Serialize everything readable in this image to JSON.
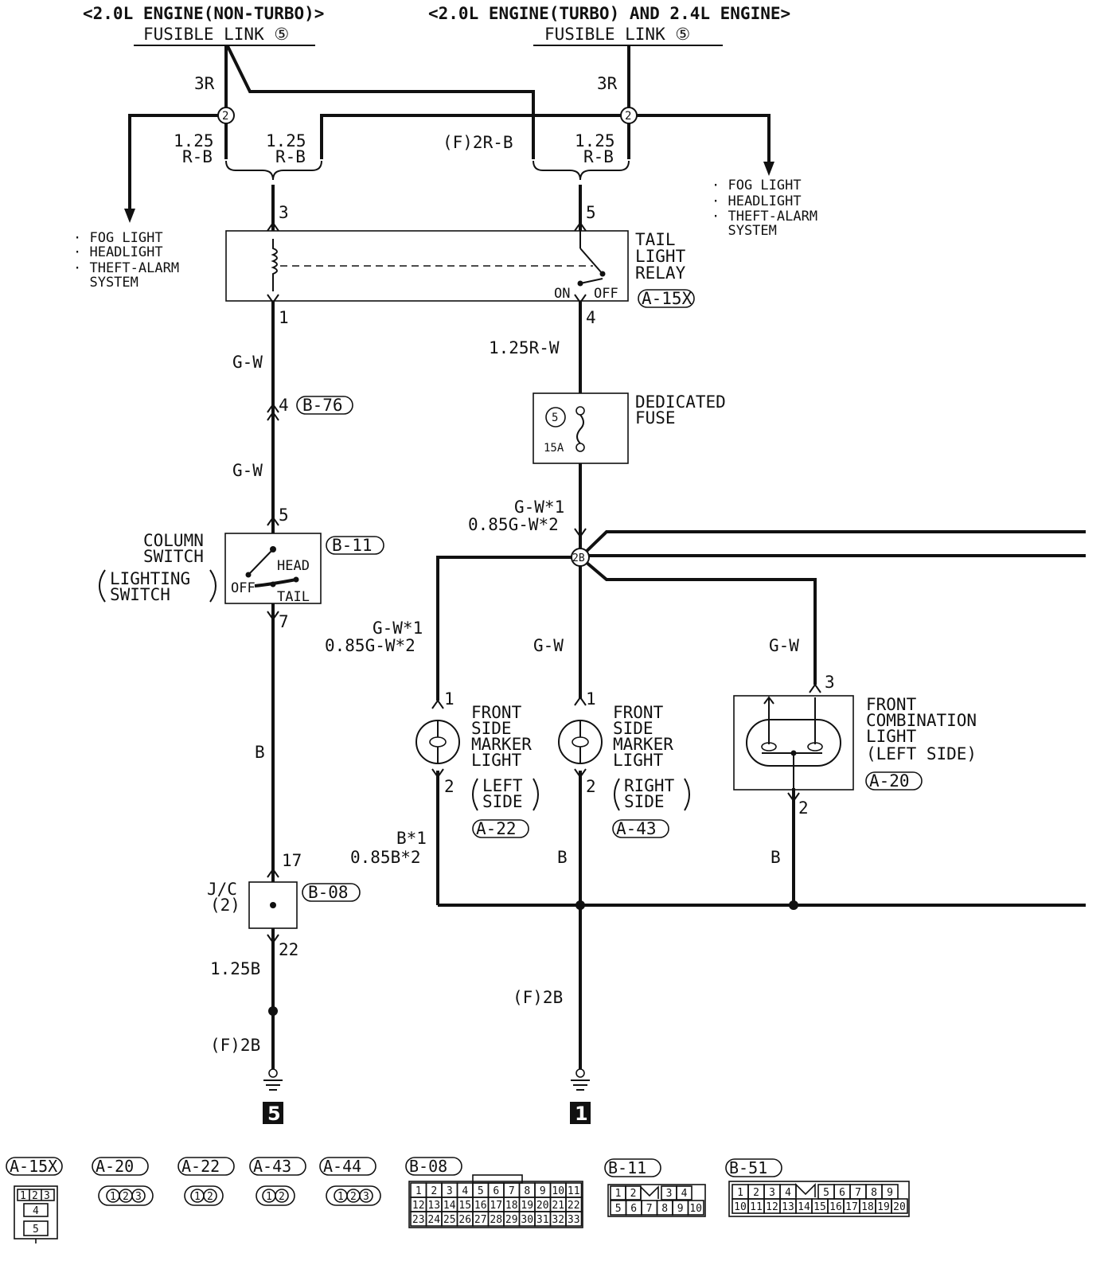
{
  "headers": {
    "non_turbo": "<2.0L ENGINE(NON-TURBO)>",
    "turbo": "<2.0L ENGINE(TURBO) AND 2.4L ENGINE>",
    "fusible_left": "FUSIBLE LINK ⑤",
    "fusible_right": "FUSIBLE LINK ⑤"
  },
  "wires": {
    "w_3r_left": "3R",
    "w_3r_right": "3R",
    "w_125_a": "1.25",
    "w_rb_a": "R-B",
    "w_125_b": "1.25",
    "w_rb_b": "R-B",
    "w_f2rb": "(F)2R-B",
    "w_125_c": "1.25",
    "w_rb_c": "R-B",
    "w_gw_1": "G-W",
    "w_gw_2": "G-W",
    "w_125rw": "1.25R-W",
    "w_gw1_top": "G-W*1",
    "w_085gw2_top": "0.85G-W*2",
    "w_gw1_left": "G-W*1",
    "w_085gw2_left": "0.85G-W*2",
    "w_gw_mid": "G-W",
    "w_gw_right": "G-W",
    "w_b_left": "B",
    "w_b1": "B*1",
    "w_085b2": "0.85B*2",
    "w_b_mid": "B",
    "w_b_right": "B",
    "w_125b": "1.25B",
    "w_f2b_left": "(F)2B",
    "w_f2b_mid": "(F)2B"
  },
  "branches": {
    "left": [
      "· FOG LIGHT",
      "· HEADLIGHT",
      "· THEFT-ALARM",
      "  SYSTEM"
    ],
    "right": [
      "· FOG LIGHT",
      "· HEADLIGHT",
      "· THEFT-ALARM",
      "  SYSTEM"
    ]
  },
  "components": {
    "tail_relay": {
      "l1": "TAIL",
      "l2": "LIGHT",
      "l3": "RELAY",
      "conn": "A-15X",
      "on": "ON",
      "off": "OFF"
    },
    "fuse": {
      "l1": "DEDICATED",
      "l2": "FUSE",
      "num": "5",
      "amp": "15A"
    },
    "column_switch": {
      "l1": "COLUMN",
      "l2": "SWITCH",
      "l3": "LIGHTING",
      "l4": "SWITCH",
      "conn": "B-11",
      "off": "OFF",
      "head": "HEAD",
      "tail": "TAIL"
    },
    "b76": {
      "conn": "B-76"
    },
    "jc": {
      "l1": "J/C",
      "l2": "(2)",
      "conn": "B-08"
    },
    "marker_left": {
      "l1": "FRONT",
      "l2": "SIDE",
      "l3": "MARKER",
      "l4": "LIGHT",
      "l5": "LEFT",
      "l6": "SIDE",
      "conn": "A-22"
    },
    "marker_right": {
      "l1": "FRONT",
      "l2": "SIDE",
      "l3": "MARKER",
      "l4": "LIGHT",
      "l5": "RIGHT",
      "l6": "SIDE",
      "conn": "A-43"
    },
    "combo": {
      "l1": "FRONT",
      "l2": "COMBINATION",
      "l3": "LIGHT",
      "l4": "(LEFT SIDE)",
      "conn": "A-20"
    },
    "splice": {
      "num": "2B"
    },
    "fusible_node": "2"
  },
  "pins": {
    "p3": "3",
    "p5": "5",
    "p1": "1",
    "p4": "4",
    "p4b": "4",
    "p5b": "5",
    "p7": "7",
    "p17": "17",
    "p22": "22",
    "pm1a": "1",
    "pm2a": "2",
    "pm1b": "1",
    "pm2b": "2",
    "pc3": "3",
    "pc2": "2"
  },
  "grounds": {
    "left": "5",
    "right": "1"
  },
  "connector_table": [
    {
      "id": "A-15X",
      "pins": [
        "1",
        "2",
        "3",
        "4",
        "5"
      ]
    },
    {
      "id": "A-20",
      "pins": [
        "1",
        "2",
        "3"
      ]
    },
    {
      "id": "A-22",
      "pins": [
        "1",
        "2"
      ]
    },
    {
      "id": "A-43",
      "pins": [
        "1",
        "2"
      ]
    },
    {
      "id": "A-44",
      "pins": [
        "1",
        "2",
        "3"
      ]
    },
    {
      "id": "B-08",
      "rows": [
        [
          "1",
          "2",
          "3",
          "4",
          "5",
          "6",
          "7",
          "8",
          "9",
          "10",
          "11"
        ],
        [
          "12",
          "13",
          "14",
          "15",
          "16",
          "17",
          "18",
          "19",
          "20",
          "21",
          "22"
        ],
        [
          "23",
          "24",
          "25",
          "26",
          "27",
          "28",
          "29",
          "30",
          "31",
          "32",
          "33"
        ]
      ]
    },
    {
      "id": "B-11",
      "rows": [
        [
          "1",
          "2",
          "3",
          "4"
        ],
        [
          "5",
          "6",
          "7",
          "8",
          "9",
          "10"
        ]
      ]
    },
    {
      "id": "B-51",
      "rows": [
        [
          "1",
          "2",
          "3",
          "4",
          "5",
          "6",
          "7",
          "8",
          "9"
        ],
        [
          "10",
          "11",
          "12",
          "13",
          "14",
          "15",
          "16",
          "17",
          "18",
          "19",
          "20"
        ]
      ]
    }
  ]
}
